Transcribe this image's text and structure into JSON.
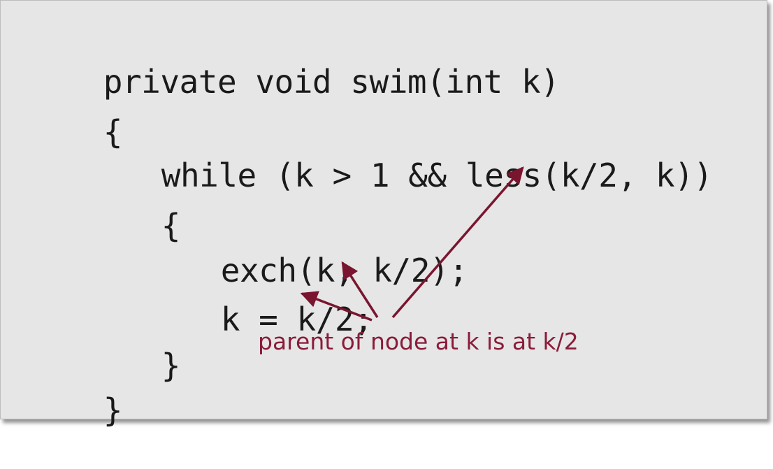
{
  "code": {
    "lines": [
      {
        "indent": "",
        "text": "private void swim(int k)"
      },
      {
        "indent": "",
        "text": "{"
      },
      {
        "indent": "   ",
        "text": "while (k > 1 && less(k/2, k))"
      },
      {
        "indent": "   ",
        "text": "{"
      },
      {
        "indent": "      ",
        "text": "exch(k, k/2);"
      },
      {
        "indent": "      ",
        "text": "k = k/2;"
      },
      {
        "indent": "   ",
        "text": "}"
      },
      {
        "indent": "",
        "text": "}"
      }
    ]
  },
  "annotation": {
    "text": "parent of node at k is at k/2",
    "color": "#8a1c3a"
  },
  "colors": {
    "background": "#e6e6e6",
    "code_text": "#1a1a1a",
    "arrow": "#7a1530"
  }
}
